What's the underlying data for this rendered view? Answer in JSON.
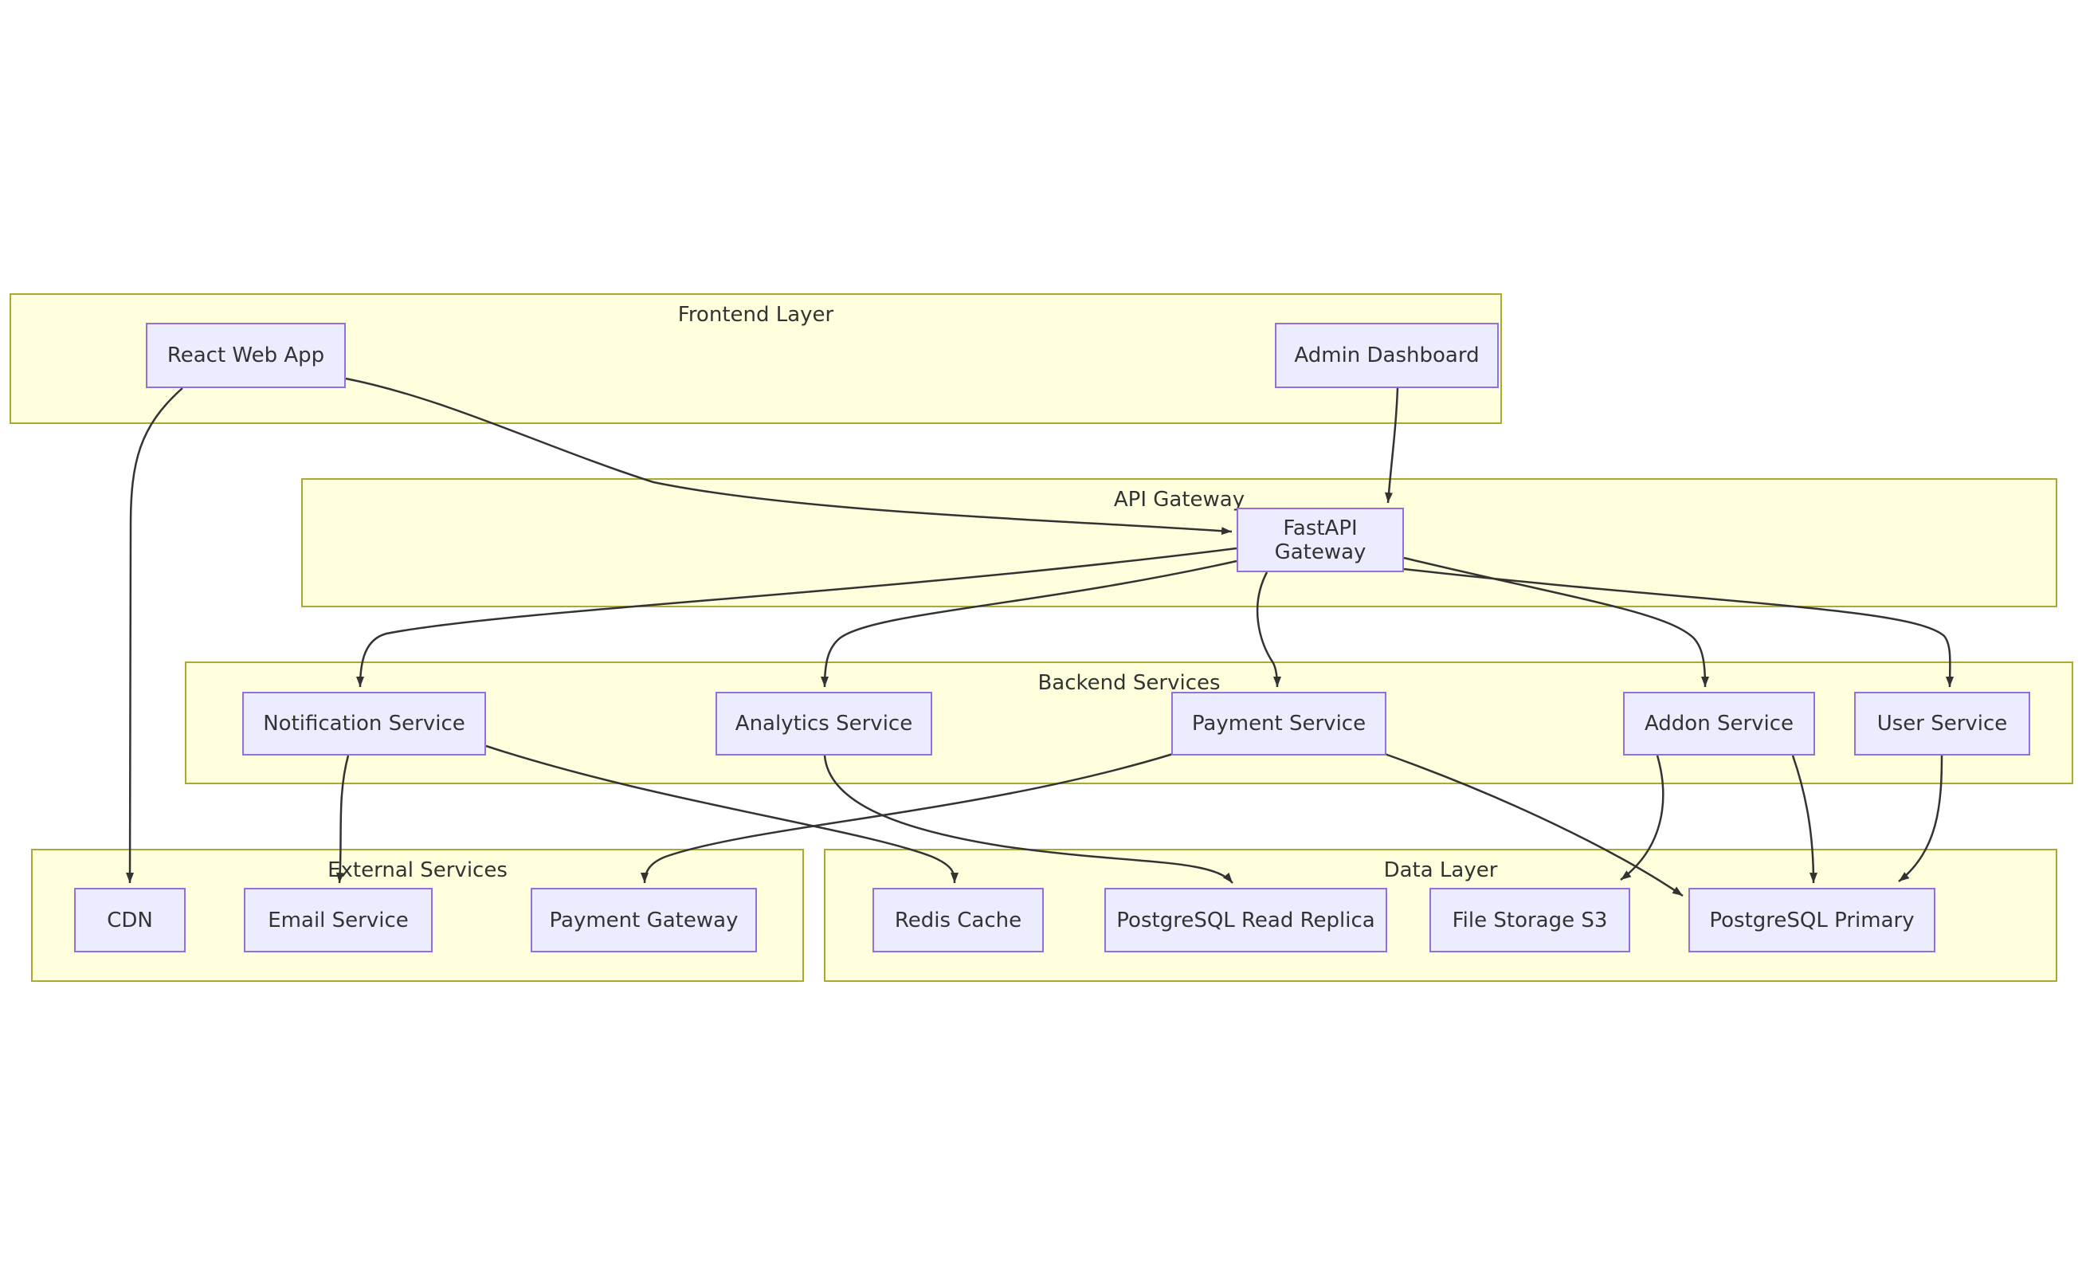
{
  "diagram": {
    "type": "flowchart",
    "direction": "top-down",
    "colors": {
      "background": "#FFFFFF",
      "node_fill": "#ECECFF",
      "node_border": "#9370DB",
      "cluster_fill": "#FFFFDE",
      "cluster_border": "#AAAA33",
      "edge": "#333333",
      "text": "#333333"
    },
    "clusters": [
      {
        "id": "frontend",
        "label": "Frontend Layer"
      },
      {
        "id": "gateway",
        "label": "API Gateway"
      },
      {
        "id": "backend",
        "label": "Backend Services"
      },
      {
        "id": "external",
        "label": "External Services"
      },
      {
        "id": "data",
        "label": "Data Layer"
      }
    ],
    "nodes": [
      {
        "id": "react",
        "label": "React Web App",
        "cluster": "frontend"
      },
      {
        "id": "admin",
        "label": "Admin Dashboard",
        "cluster": "frontend"
      },
      {
        "id": "fastapi",
        "label": "FastAPI Gateway",
        "cluster": "gateway"
      },
      {
        "id": "notification",
        "label": "Notification Service",
        "cluster": "backend"
      },
      {
        "id": "analytics",
        "label": "Analytics Service",
        "cluster": "backend"
      },
      {
        "id": "payment",
        "label": "Payment Service",
        "cluster": "backend"
      },
      {
        "id": "addon",
        "label": "Addon Service",
        "cluster": "backend"
      },
      {
        "id": "user",
        "label": "User Service",
        "cluster": "backend"
      },
      {
        "id": "cdn",
        "label": "CDN",
        "cluster": "external"
      },
      {
        "id": "email",
        "label": "Email Service",
        "cluster": "external"
      },
      {
        "id": "pgw",
        "label": "Payment Gateway",
        "cluster": "external"
      },
      {
        "id": "redis",
        "label": "Redis Cache",
        "cluster": "data"
      },
      {
        "id": "replica",
        "label": "PostgreSQL Read Replica",
        "cluster": "data"
      },
      {
        "id": "s3",
        "label": "File Storage S3",
        "cluster": "data"
      },
      {
        "id": "primary",
        "label": "PostgreSQL Primary",
        "cluster": "data"
      }
    ],
    "edges": [
      {
        "from": "react",
        "to": "fastapi"
      },
      {
        "from": "react",
        "to": "cdn"
      },
      {
        "from": "admin",
        "to": "fastapi"
      },
      {
        "from": "fastapi",
        "to": "notification"
      },
      {
        "from": "fastapi",
        "to": "analytics"
      },
      {
        "from": "fastapi",
        "to": "payment"
      },
      {
        "from": "fastapi",
        "to": "addon"
      },
      {
        "from": "fastapi",
        "to": "user"
      },
      {
        "from": "notification",
        "to": "email"
      },
      {
        "from": "notification",
        "to": "redis"
      },
      {
        "from": "analytics",
        "to": "replica"
      },
      {
        "from": "payment",
        "to": "pgw"
      },
      {
        "from": "payment",
        "to": "primary"
      },
      {
        "from": "addon",
        "to": "s3"
      },
      {
        "from": "addon",
        "to": "primary"
      },
      {
        "from": "user",
        "to": "primary"
      }
    ]
  }
}
